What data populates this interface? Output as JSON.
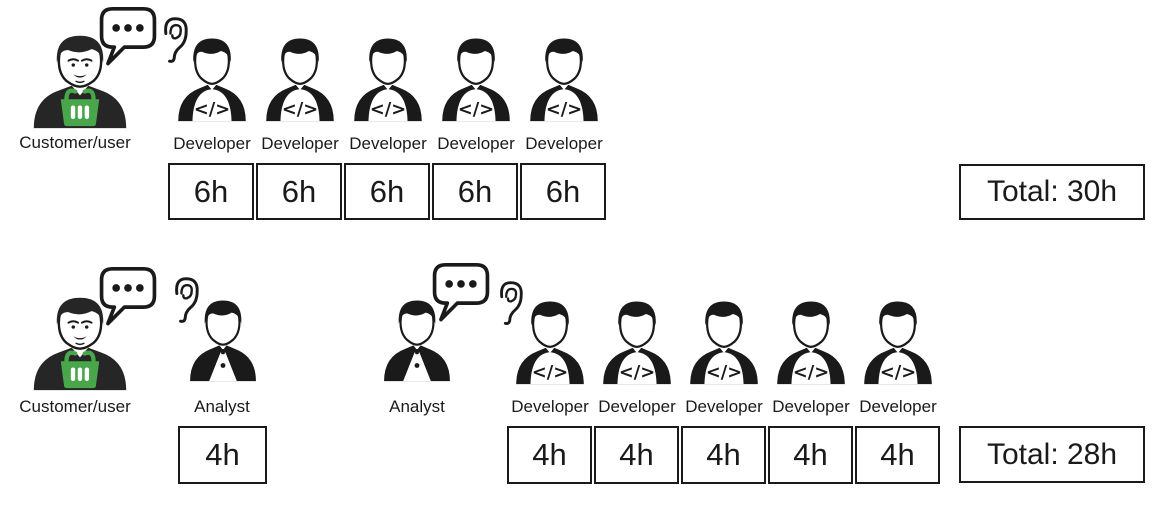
{
  "diagram": {
    "background_color": "#ffffff",
    "ink_color": "#1a1a1a",
    "basket_color": "#4aa64a",
    "icons": {
      "customer": "customer-basket-icon",
      "speech": "speech-bubble-icon",
      "ear": "ear-icon",
      "developer": "developer-code-icon",
      "analyst": "analyst-bowtie-icon"
    },
    "row1": {
      "customer_label": "Customer/user",
      "developers": [
        {
          "label": "Developer",
          "hours": "6h"
        },
        {
          "label": "Developer",
          "hours": "6h"
        },
        {
          "label": "Developer",
          "hours": "6h"
        },
        {
          "label": "Developer",
          "hours": "6h"
        },
        {
          "label": "Developer",
          "hours": "6h"
        }
      ],
      "total": "Total: 30h"
    },
    "row2": {
      "customer_label": "Customer/user",
      "analyst_receiver": {
        "label": "Analyst",
        "hours": "4h"
      },
      "analyst_sender": {
        "label": "Analyst"
      },
      "developers": [
        {
          "label": "Developer",
          "hours": "4h"
        },
        {
          "label": "Developer",
          "hours": "4h"
        },
        {
          "label": "Developer",
          "hours": "4h"
        },
        {
          "label": "Developer",
          "hours": "4h"
        },
        {
          "label": "Developer",
          "hours": "4h"
        }
      ],
      "total": "Total: 28h"
    }
  }
}
